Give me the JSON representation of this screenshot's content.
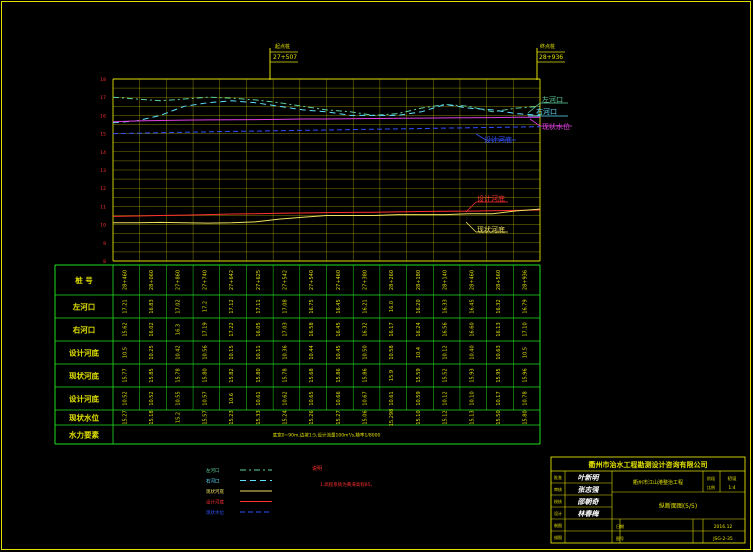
{
  "markers": [
    {
      "name": "起点桩",
      "station": "27+507"
    },
    {
      "name": "终点桩",
      "station": "28+936"
    }
  ],
  "chart_data": {
    "type": "line",
    "y_ticks": [
      "18",
      "17",
      "16",
      "15",
      "14",
      "13",
      "12",
      "11",
      "10",
      "9",
      "8"
    ],
    "ylim": [
      8,
      18
    ],
    "x": [
      0,
      1,
      2,
      3,
      4,
      5,
      6,
      7,
      8,
      9,
      10,
      11,
      12,
      13,
      14,
      15,
      16,
      17,
      18
    ],
    "series": [
      {
        "name": "左河口",
        "color": "#5fd0a0",
        "dash": "6,3,2,3",
        "values": [
          17.0,
          16.9,
          16.8,
          16.9,
          17.0,
          16.95,
          16.85,
          16.7,
          16.5,
          16.3,
          16.2,
          16.0,
          16.1,
          16.4,
          16.6,
          16.5,
          16.2,
          16.4,
          16.5
        ]
      },
      {
        "name": "右河口",
        "color": "#5fe0ff",
        "dash": "6,4",
        "values": [
          15.6,
          15.7,
          16.0,
          16.5,
          16.7,
          16.8,
          16.7,
          16.5,
          16.3,
          16.2,
          16.0,
          16.0,
          16.0,
          16.2,
          16.6,
          16.4,
          16.3,
          16.1,
          16.0
        ]
      },
      {
        "name": "现状水位",
        "color": "#e040e0",
        "dash": "",
        "values": [
          15.65,
          15.7,
          15.72,
          15.74,
          15.75,
          15.76,
          15.77,
          15.78,
          15.8,
          15.8,
          15.82,
          15.83,
          15.84,
          15.85,
          15.86,
          15.87,
          15.88,
          15.9,
          15.9
        ]
      },
      {
        "name": "设计河底",
        "color": "#3050ff",
        "dash": "5,3",
        "values": [
          15.0,
          15.02,
          15.05,
          15.07,
          15.1,
          15.12,
          15.14,
          15.16,
          15.18,
          15.2,
          15.22,
          15.24,
          15.26,
          15.28,
          15.3,
          15.32,
          15.34,
          15.36,
          15.38
        ]
      },
      {
        "name": "设计河底2",
        "color": "#ff3030",
        "dash": "",
        "values": [
          10.45,
          10.47,
          10.5,
          10.52,
          10.55,
          10.58,
          10.6,
          10.62,
          10.64,
          10.66,
          10.67,
          10.68,
          10.7,
          10.72,
          10.73,
          10.74,
          10.76,
          10.78,
          10.8
        ]
      },
      {
        "name": "现状河底",
        "color": "#f0e060",
        "dash": "",
        "values": [
          10.1,
          10.1,
          10.12,
          10.1,
          10.08,
          10.1,
          10.15,
          10.3,
          10.4,
          10.5,
          10.5,
          10.5,
          10.55,
          10.55,
          10.55,
          10.6,
          10.6,
          10.75,
          10.85
        ]
      }
    ]
  },
  "labels": {
    "zuo": "左河口",
    "you": "右河口",
    "water": "现状水位",
    "design_bottom": "设计河底",
    "design_blue": "设计河底",
    "now_bottom": "现状河底"
  },
  "table": {
    "row_labels": [
      "桩 号",
      "左河口",
      "右河口",
      "设计河底",
      "现状河底",
      "设计河底",
      "现状水位",
      "水力要素"
    ],
    "stations": [
      "28+460",
      "28+060",
      "27+860",
      "27+740",
      "27+642",
      "27+625",
      "27+542",
      "27+540",
      "27+460",
      "27+380",
      "28+260",
      "28+180",
      "28+140",
      "28+460",
      "28+560",
      "28+936"
    ],
    "rows": [
      [
        "17.21",
        "16.83",
        "17.02",
        "17.2",
        "17.12",
        "17.11",
        "17.08",
        "16.75",
        "16.45",
        "16.21",
        "16.0",
        "16.20",
        "16.33",
        "16.45",
        "16.32",
        "16.79"
      ],
      [
        "15.62",
        "16.02",
        "16.3",
        "17.19",
        "17.22",
        "16.05",
        "17.03",
        "16.58",
        "16.45",
        "16.32",
        "16.17",
        "16.24",
        "16.56",
        "16.60",
        "16.13",
        "17.10"
      ],
      [
        "10.5",
        "10.25",
        "10.42",
        "10.56",
        "10.15",
        "10.11",
        "10.36",
        "10.44",
        "10.45",
        "10.50",
        "10.58",
        "10.4",
        "10.12",
        "10.40",
        "10.63",
        "10.5"
      ],
      [
        "15.77",
        "15.85",
        "15.78",
        "15.80",
        "15.82",
        "15.80",
        "15.78",
        "15.68",
        "15.86",
        "15.86",
        "15.9",
        "15.59",
        "15.52",
        "15.93",
        "15.95",
        "15.96"
      ],
      [
        "10.52",
        "10.52",
        "10.55",
        "10.57",
        "10.6",
        "10.61",
        "10.62",
        "10.65",
        "10.66",
        "10.67",
        "10.61",
        "10.59",
        "10.12",
        "10.10",
        "10.17",
        "10.78"
      ],
      [
        "15.27",
        "15.18",
        "15.2",
        "15.57",
        "15.23",
        "15.33",
        "15.24",
        "15.26",
        "15.27",
        "15.06",
        "15.298",
        "15.10",
        "15.12",
        "15.13",
        "15.50",
        "15.80"
      ]
    ],
    "hydraulic_note": "底宽0~90m,边坡1:5,设计流量100m³/s,糙率1/8000"
  },
  "legend": {
    "items": [
      {
        "label": "左河口",
        "color": "#5fd0a0",
        "dash": "6,3,2,3"
      },
      {
        "label": "右河口",
        "color": "#5fe0ff",
        "dash": "6,4"
      },
      {
        "label": "现状河底",
        "color": "#f0e060",
        "dash": ""
      },
      {
        "label": "设计河底",
        "color": "#ff3030",
        "dash": ""
      },
      {
        "label": "现状水位",
        "color": "#3050ff",
        "dash": "5,3"
      }
    ],
    "note_title": "说明",
    "note_text": "1.高程系统为黄海高程85。"
  },
  "title_block": {
    "company": "衢州市治水工程勘测设计咨询有限公司",
    "cells": [
      "批准",
      "审核",
      "校核",
      "设计",
      "制图",
      "描图"
    ],
    "signatures": [
      "叶新明",
      "张志强",
      "邵朝奇",
      "林春梅"
    ],
    "project": "衢州市江山港整治工程",
    "drawing": "纵断面图(5/5)",
    "design_stage": "初设",
    "scale_label": "比例",
    "scale": "1:4",
    "date_label": "日期",
    "date": "2016.12",
    "drawing_no_label": "图号",
    "drawing_no": "JSG-2-35"
  }
}
